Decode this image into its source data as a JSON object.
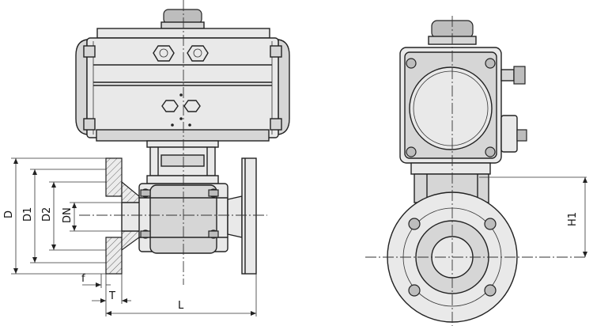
{
  "dimensions": {
    "d": "D",
    "d1": "D1",
    "d2": "D2",
    "dn": "DN",
    "f": "f",
    "t": "T",
    "l": "L",
    "h1": "H1"
  },
  "views": [
    "front-elevation",
    "side-elevation"
  ]
}
